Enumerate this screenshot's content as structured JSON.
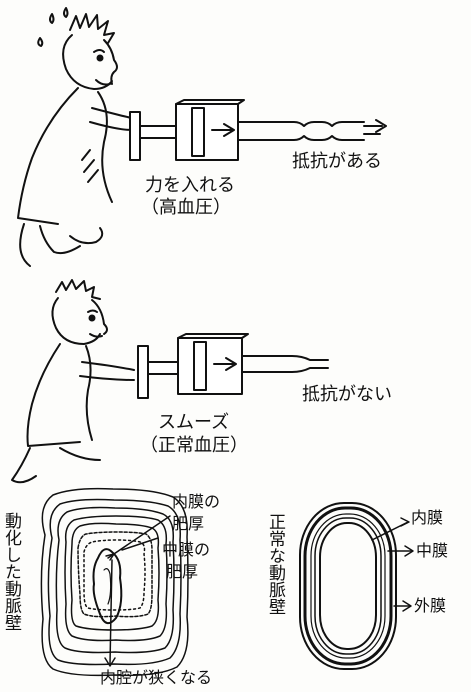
{
  "panel_high": {
    "arrow_label": "抵抗がある",
    "caption_1": "力を入れる",
    "caption_2": "（高血圧）"
  },
  "panel_normal": {
    "arrow_label": "抵抗がない",
    "caption_1": "スムーズ",
    "caption_2": "（正常血圧）"
  },
  "sclerotic": {
    "side_label": "動化した動脈壁",
    "intima_1": "内膜の",
    "intima_2": "肥厚",
    "media_1": "中膜の",
    "media_2": "肥厚",
    "lumen": "内腔が狭くなる"
  },
  "normal_wall": {
    "side_label": "正常な動脈壁",
    "intima": "内膜",
    "media": "中膜",
    "adventitia": "外膜"
  }
}
